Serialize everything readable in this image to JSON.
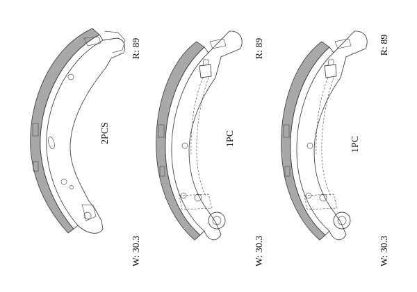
{
  "shoes": [
    {
      "id": "shoe-1",
      "quantity_label": "2PCS",
      "radius_label": "R: 89",
      "width_label": "W: 30.3"
    },
    {
      "id": "shoe-2",
      "quantity_label": "1PC",
      "radius_label": "R: 89",
      "width_label": "W: 30.3"
    },
    {
      "id": "shoe-3",
      "quantity_label": "1PC",
      "radius_label": "R: 89",
      "width_label": "W: 30.3"
    }
  ],
  "colors": {
    "lining": "#a8a8a8",
    "outline": "#444444",
    "background": "#ffffff"
  }
}
